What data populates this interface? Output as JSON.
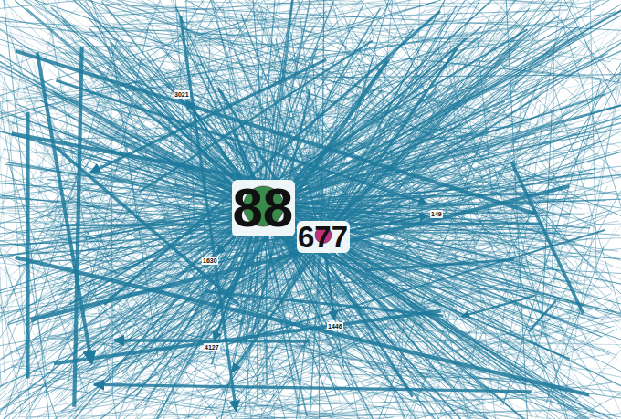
{
  "diagram": {
    "nodes": [
      {
        "text": [
          "88"
        ]
      },
      {
        "text": [
          "677"
        ]
      },
      {
        "text": [
          "3021"
        ]
      },
      {
        "text": [
          "149"
        ]
      },
      {
        "text": [
          "1630"
        ]
      },
      {
        "text": [
          "1446"
        ]
      },
      {
        "text": [
          "4127"
        ]
      }
    ],
    "edges": [
      {
        "from": 0,
        "to": 1,
        "arrow": "to"
      },
      {
        "from": 0,
        "to": 2,
        "arrow": "to"
      },
      {
        "from": 0,
        "to": 4,
        "arrow": "to"
      },
      {
        "from": 0,
        "to": 6,
        "arrow": "to"
      },
      {
        "from": 1,
        "to": 5,
        "arrow": "to"
      },
      {
        "from": 1,
        "to": 3,
        "arrow": "to"
      }
    ]
  }
}
